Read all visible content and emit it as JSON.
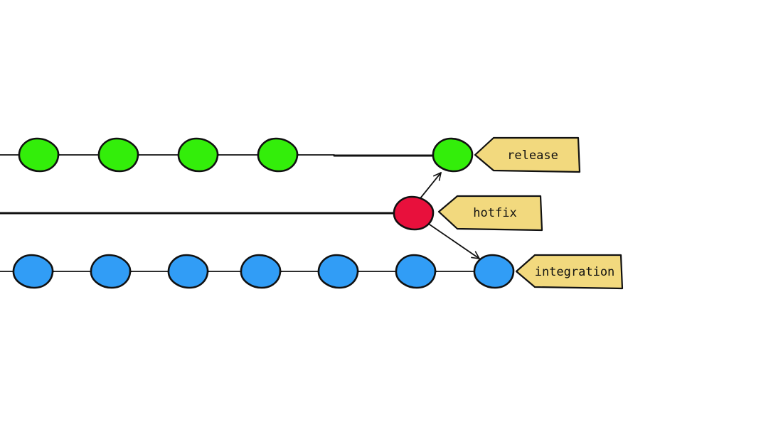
{
  "diagram": {
    "type": "git-branch-graph",
    "colors": {
      "release": "#33ee0a",
      "hotfix": "#e8103c",
      "integration": "#319df6",
      "label_fill": "#f2d97e",
      "stroke": "#111111"
    },
    "branches": [
      {
        "id": "release",
        "label": "release",
        "commit_count": 5,
        "trailing_line_from_left": true
      },
      {
        "id": "hotfix",
        "label": "hotfix",
        "commit_count": 1,
        "trailing_line_from_left": true
      },
      {
        "id": "integration",
        "label": "integration",
        "commit_count": 7,
        "trailing_line_from_left": true
      }
    ],
    "edges": [
      {
        "from": "hotfix.0",
        "to": "release.head",
        "kind": "arrow"
      },
      {
        "from": "hotfix.0",
        "to": "integration.head",
        "kind": "arrow"
      }
    ]
  }
}
